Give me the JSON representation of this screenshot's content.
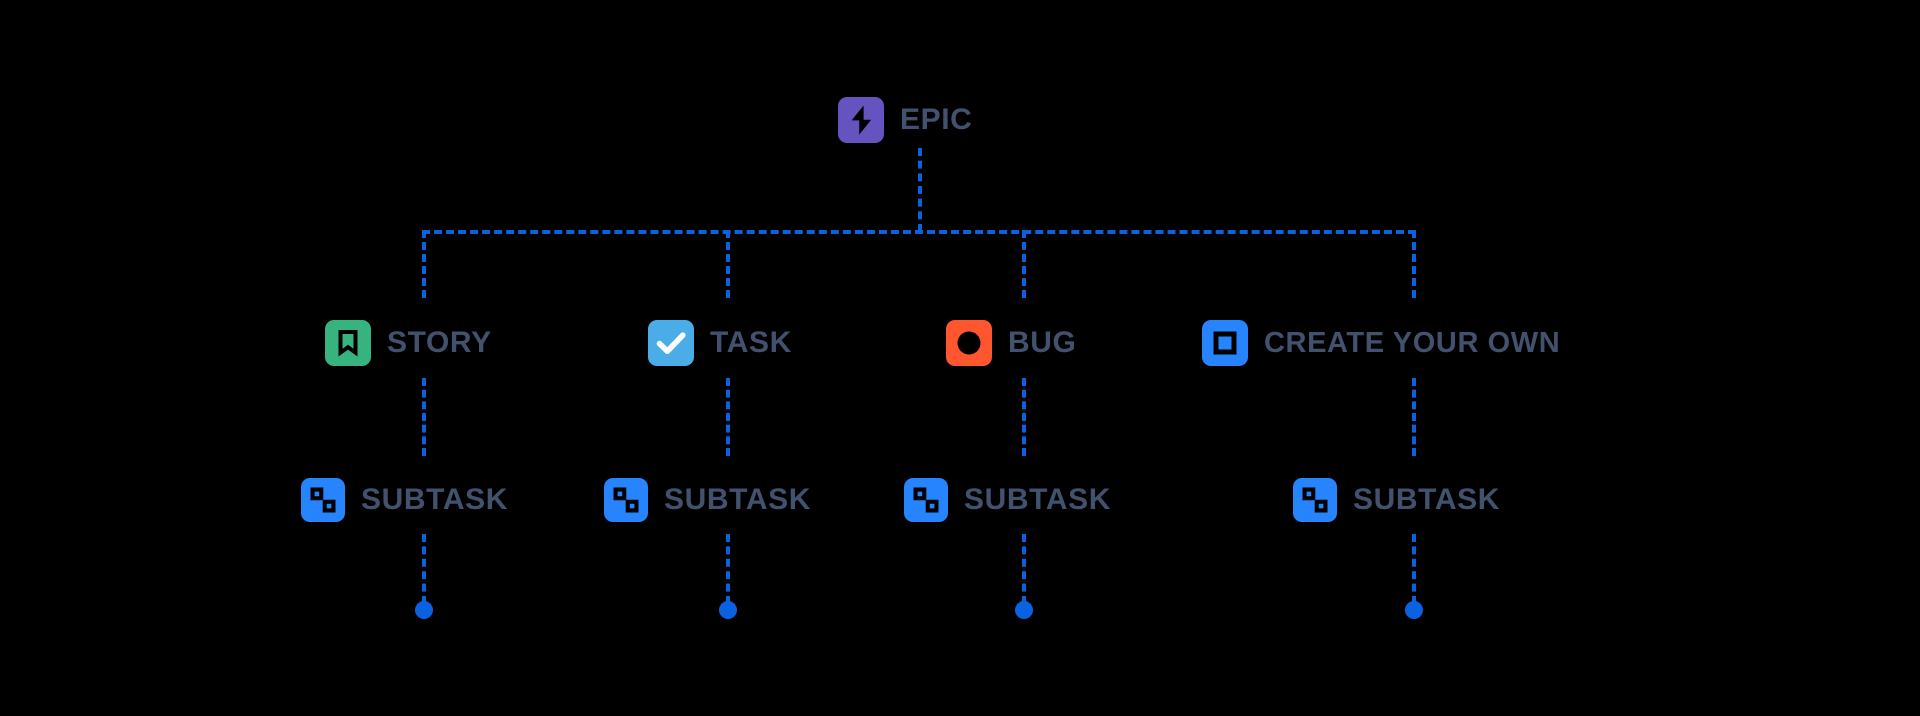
{
  "diagram": {
    "title": "Jira issue type hierarchy",
    "background_color": "#000000",
    "line_color": "#0B62E0",
    "label_color": "#42526E",
    "levels": [
      {
        "level": 1,
        "nodes": [
          {
            "label": "EPIC",
            "icon": "epic-bolt-icon",
            "color": "#6554C0"
          }
        ]
      },
      {
        "level": 2,
        "nodes": [
          {
            "label": "STORY",
            "icon": "story-bookmark-icon",
            "color": "#36B37E"
          },
          {
            "label": "TASK",
            "icon": "task-check-icon",
            "color": "#4BADE8"
          },
          {
            "label": "BUG",
            "icon": "bug-circle-icon",
            "color": "#FF5630"
          },
          {
            "label": "CREATE YOUR OWN",
            "icon": "custom-square-icon",
            "color": "#2684FF"
          }
        ]
      },
      {
        "level": 3,
        "nodes": [
          {
            "label": "SUBTASK",
            "icon": "subtask-blocks-icon",
            "color": "#2684FF"
          },
          {
            "label": "SUBTASK",
            "icon": "subtask-blocks-icon",
            "color": "#2684FF"
          },
          {
            "label": "SUBTASK",
            "icon": "subtask-blocks-icon",
            "color": "#2684FF"
          },
          {
            "label": "SUBTASK",
            "icon": "subtask-blocks-icon",
            "color": "#2684FF"
          }
        ]
      }
    ],
    "terminators": [
      {
        "name": "subtask-endpoint-dot-1"
      },
      {
        "name": "subtask-endpoint-dot-2"
      },
      {
        "name": "subtask-endpoint-dot-3"
      },
      {
        "name": "subtask-endpoint-dot-4"
      }
    ]
  }
}
